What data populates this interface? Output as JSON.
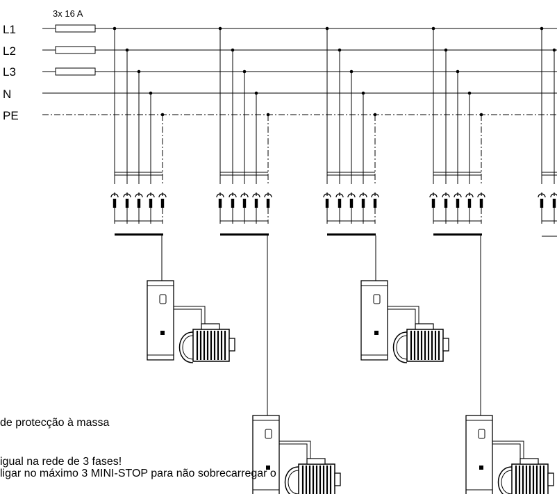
{
  "fuse_rating": "3x 16 A",
  "lines": [
    {
      "label": "L1",
      "style": "solid"
    },
    {
      "label": "L2",
      "style": "solid"
    },
    {
      "label": "L3",
      "style": "solid"
    },
    {
      "label": "N",
      "style": "solid"
    },
    {
      "label": "PE",
      "style": "dash-dot"
    }
  ],
  "notes": [
    "de protecção à massa",
    "igual na rede de 3 fases!",
    "ligar no máximo 3 MINI-STOP para não sobrecarregar o"
  ],
  "colors": {
    "ink": "#000000",
    "background": "#ffffff"
  }
}
